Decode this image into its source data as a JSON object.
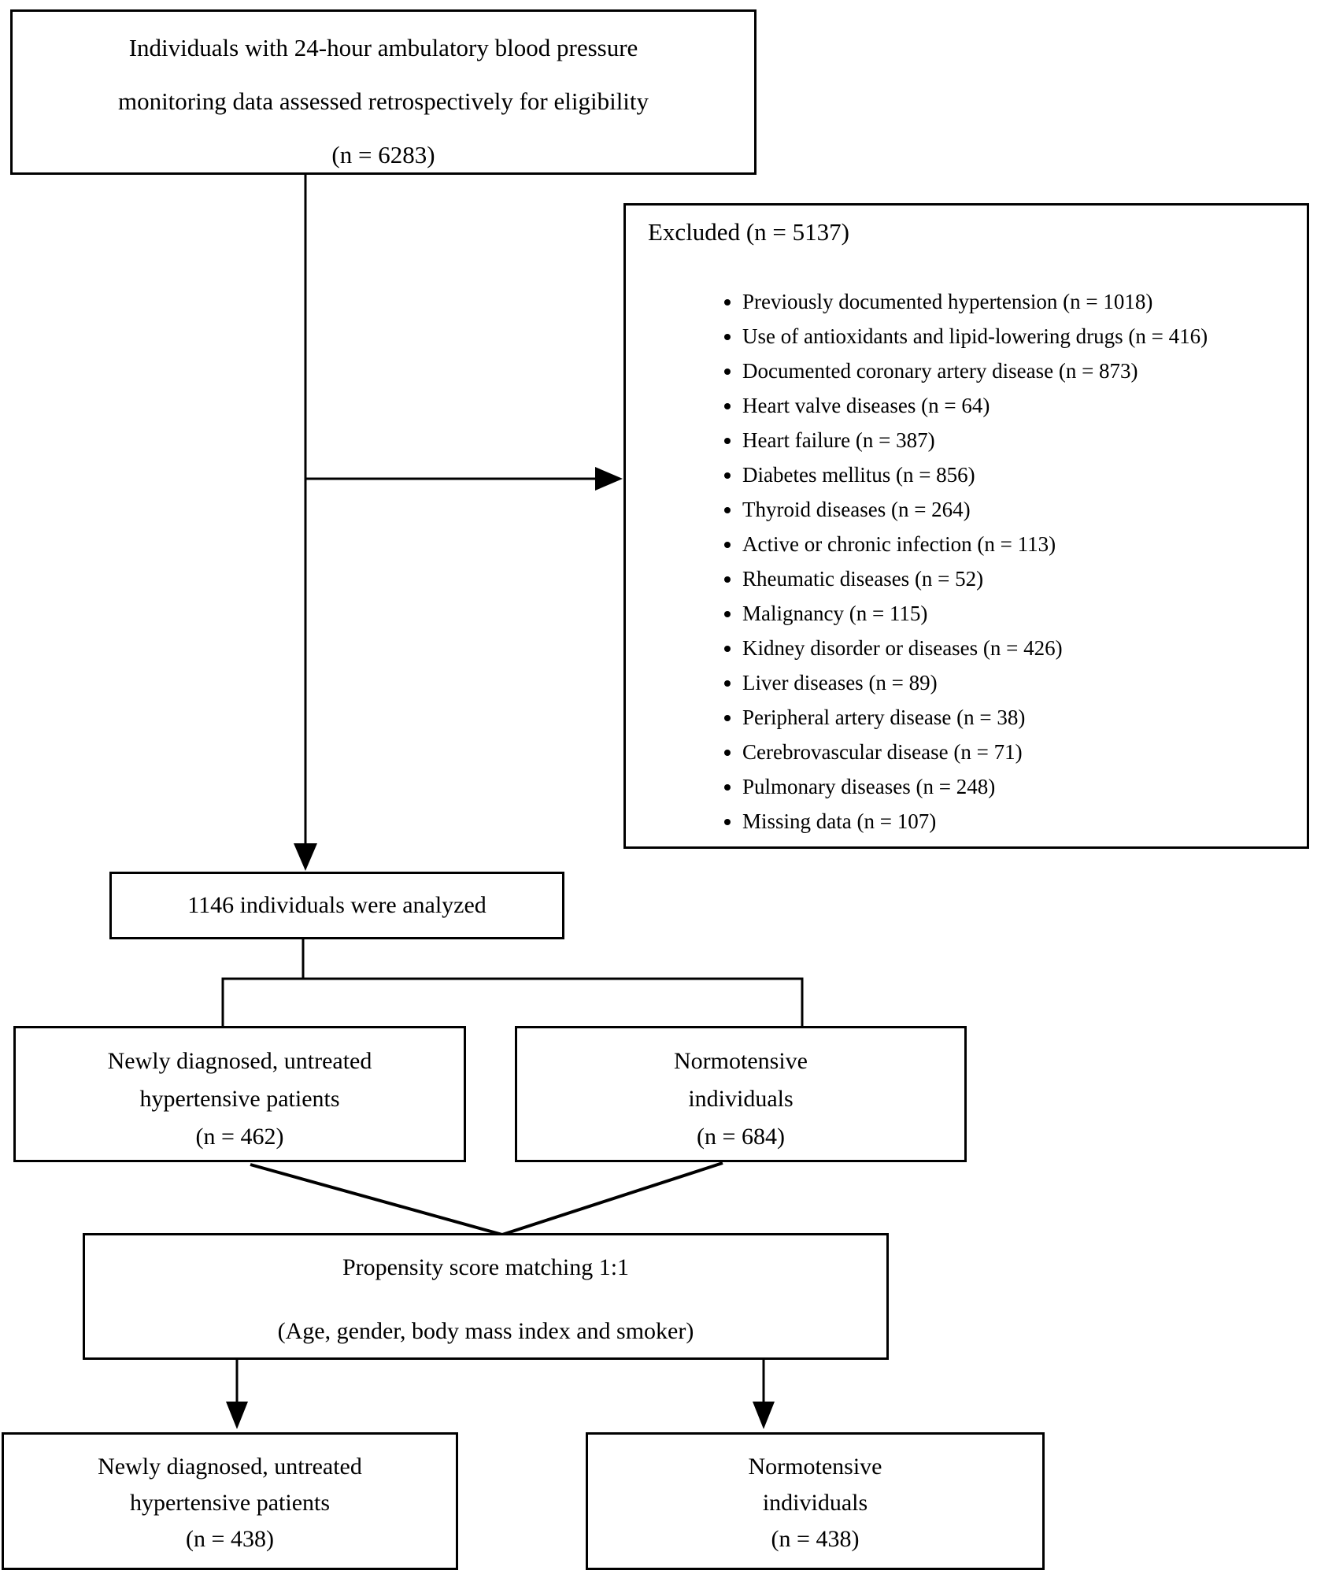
{
  "boxes": {
    "eligibility": {
      "line1": "Individuals with 24-hour ambulatory blood pressure",
      "line2": "monitoring data assessed retrospectively for eligibility",
      "line3": "(n = 6283)"
    },
    "excluded": {
      "title": "Excluded (n = 5137)",
      "items": [
        "Previously documented hypertension (n = 1018)",
        "Use of antioxidants and lipid-lowering drugs (n = 416)",
        "Documented coronary artery disease (n = 873)",
        "Heart valve diseases (n = 64)",
        "Heart failure (n = 387)",
        "Diabetes mellitus (n = 856)",
        "Thyroid diseases (n = 264)",
        "Active or chronic infection (n = 113)",
        "Rheumatic diseases (n = 52)",
        "Malignancy (n = 115)",
        "Kidney disorder or diseases (n = 426)",
        "Liver diseases (n = 89)",
        "Peripheral artery disease (n = 38)",
        "Cerebrovascular disease (n = 71)",
        "Pulmonary diseases (n = 248)",
        "Missing data (n = 107)"
      ]
    },
    "analyzed": {
      "text": "1146 individuals were analyzed"
    },
    "hypertensive_pre_match": {
      "line1": "Newly diagnosed, untreated",
      "line2": "hypertensive patients",
      "line3": "(n = 462)"
    },
    "normotensive_pre_match": {
      "line1": "Normotensive",
      "line2": "individuals",
      "line3": "(n = 684)"
    },
    "matching": {
      "line1": "Propensity score matching 1:1",
      "line2": "(Age, gender, body mass index and smoker)"
    },
    "hypertensive_post_match": {
      "line1": "Newly diagnosed, untreated",
      "line2": "hypertensive patients",
      "line3": "(n = 438)"
    },
    "normotensive_post_match": {
      "line1": "Normotensive",
      "line2": "individuals",
      "line3": "(n = 438)"
    }
  },
  "colors": {
    "line": "#000000",
    "text": "#000000",
    "background": "#ffffff"
  }
}
